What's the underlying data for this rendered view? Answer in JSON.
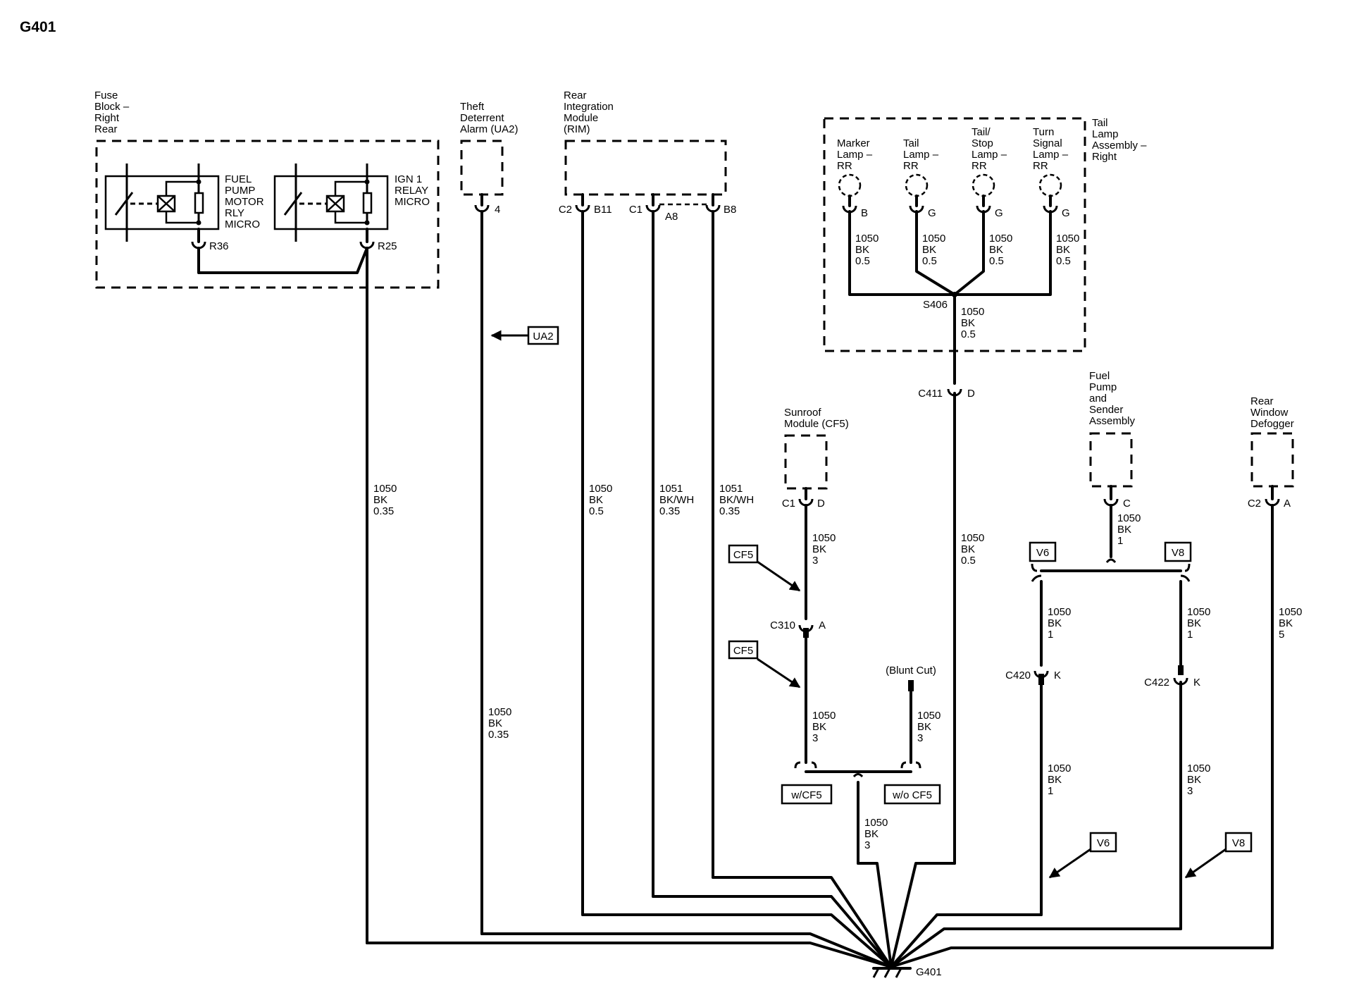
{
  "title": "G401",
  "components": {
    "fuse_block": [
      "Fuse",
      "Block –",
      "Right",
      "Rear"
    ],
    "fuel_pump_relay": [
      "FUEL",
      "PUMP",
      "MOTOR",
      "RLY",
      "MICRO"
    ],
    "ign_relay": [
      "IGN 1",
      "RELAY",
      "MICRO"
    ],
    "theft_alarm": [
      "Theft",
      "Deterrent",
      "Alarm (UA2)"
    ],
    "rim": [
      "Rear",
      "Integration",
      "Module",
      "(RIM)"
    ],
    "tail_lamp_assembly": [
      "Tail",
      "Lamp",
      "Assembly –",
      "Right"
    ],
    "marker_lamp": [
      "Marker",
      "Lamp –",
      "RR"
    ],
    "tail_lamp": [
      "Tail",
      "Lamp –",
      "RR"
    ],
    "tail_stop_lamp": [
      "Tail/",
      "Stop",
      "Lamp –",
      "RR"
    ],
    "turn_signal_lamp": [
      "Turn",
      "Signal",
      "Lamp –",
      "RR"
    ],
    "sunroof_module": [
      "Sunroof",
      "Module (CF5)"
    ],
    "fuel_pump_sender": [
      "Fuel",
      "Pump",
      "and",
      "Sender",
      "Assembly"
    ],
    "rear_defogger": [
      "Rear",
      "Window",
      "Defogger"
    ]
  },
  "pins": {
    "r36": "R36",
    "r25": "R25",
    "ua2_pin": "4",
    "c2": "C2",
    "b11": "B11",
    "c1": "C1",
    "a8": "A8",
    "b8": "B8",
    "marker_pin": "B",
    "tail_pin": "G",
    "stop_pin": "G",
    "turn_pin": "G",
    "s406": "S406",
    "c411": "C411",
    "c411_pin": "D",
    "sunroof_conn": "C1",
    "sunroof_pin": "D",
    "c310": "C310",
    "c310_pin": "A",
    "fuel_pin": "C",
    "defog_conn": "C2",
    "defog_pin": "A",
    "c420": "C420",
    "c420_pin": "K",
    "c422": "C422",
    "c422_pin": "K",
    "ground": "G401"
  },
  "wires": {
    "ign_out": [
      "1050",
      "BK",
      "0.35"
    ],
    "ua2": [
      "1050",
      "BK",
      "0.35"
    ],
    "rim_b11": [
      "1050",
      "BK",
      "0.5"
    ],
    "rim_a8": [
      "1051",
      "BK/WH",
      "0.35"
    ],
    "rim_b8": [
      "1051",
      "BK/WH",
      "0.35"
    ],
    "marker": [
      "1050",
      "BK",
      "0.5"
    ],
    "tail": [
      "1050",
      "BK",
      "0.5"
    ],
    "stop": [
      "1050",
      "BK",
      "0.5"
    ],
    "turn": [
      "1050",
      "BK",
      "0.5"
    ],
    "s406_out": [
      "1050",
      "BK",
      "0.5"
    ],
    "c411_out": [
      "1050",
      "BK",
      "0.5"
    ],
    "sunroof_upper": [
      "1050",
      "BK",
      "3"
    ],
    "sunroof_lower": [
      "1050",
      "BK",
      "3"
    ],
    "blunt": [
      "1050",
      "BK",
      "3"
    ],
    "cf5_out": [
      "1050",
      "BK",
      "3"
    ],
    "fuel_out": [
      "1050",
      "BK",
      "1"
    ],
    "v6_upper": [
      "1050",
      "BK",
      "1"
    ],
    "v6_lower": [
      "1050",
      "BK",
      "1"
    ],
    "v8_upper": [
      "1050",
      "BK",
      "1"
    ],
    "v8_lower": [
      "1050",
      "BK",
      "3"
    ],
    "defog": [
      "1050",
      "BK",
      "5"
    ]
  },
  "tags": {
    "ua2": "UA2",
    "cf5_a": "CF5",
    "cf5_b": "CF5",
    "blunt_cut": "(Blunt Cut)",
    "with_cf5": "w/CF5",
    "without_cf5": "w/o CF5",
    "v6_top": "V6",
    "v8_top": "V8",
    "v6_bottom": "V6",
    "v8_bottom": "V8"
  }
}
